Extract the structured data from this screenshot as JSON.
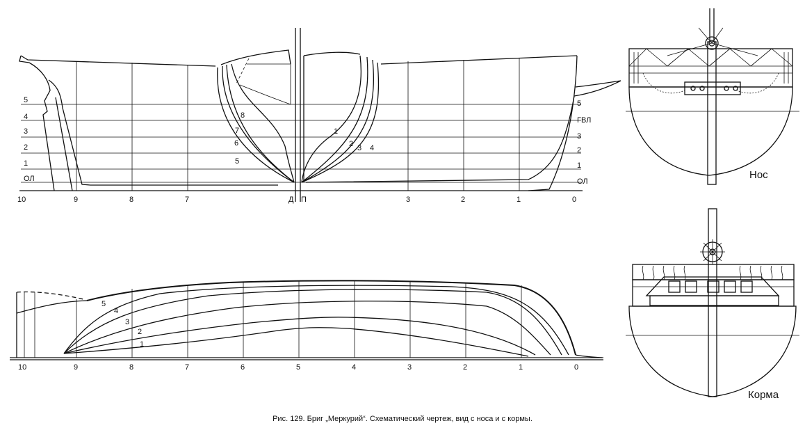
{
  "top_view": {
    "station_labels": [
      "10",
      "9",
      "8",
      "7",
      "Д",
      "П",
      "3",
      "2",
      "1",
      "0"
    ],
    "waterline_labels_left": [
      "5",
      "4",
      "3",
      "2",
      "1",
      "ОЛ"
    ],
    "waterline_labels_right": [
      "5",
      "ГВЛ",
      "3",
      "2",
      "1",
      "ОЛ"
    ],
    "aft_section_labels": [
      "8",
      "7",
      "6",
      "5"
    ],
    "fwd_section_labels": [
      "1",
      "2",
      "3",
      "4"
    ]
  },
  "bottom_view": {
    "station_labels": [
      "10",
      "9",
      "8",
      "7",
      "6",
      "5",
      "4",
      "3",
      "2",
      "1",
      "0"
    ],
    "line_labels": [
      "5",
      "4",
      "3",
      "2",
      "1"
    ]
  },
  "views": {
    "bow_label": "Нос",
    "stern_label": "Корма"
  },
  "caption": "Рис. 129. Бриг „Меркурий“. Схематический чертеж, вид с носа и с кормы."
}
